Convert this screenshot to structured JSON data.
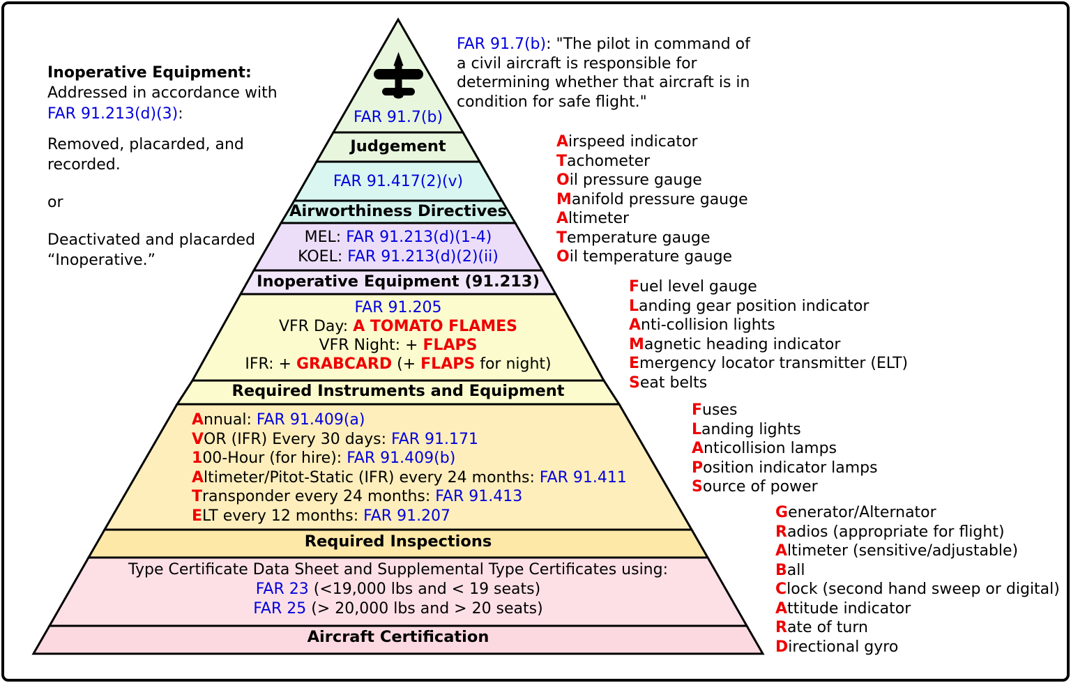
{
  "colors": {
    "text_blue": "#0000dd",
    "text_red": "#ee0000",
    "text_black": "#000000",
    "band_green": "#e7f6dd",
    "band_green_header": "#e7f6dd",
    "band_cyan": "#d9f6f0",
    "band_cyan_header": "#d2f3ec",
    "band_lavender": "#ecdef8",
    "band_lavender_header": "#f2e6fb",
    "band_yellow": "#fbfbce",
    "band_yellow_header": "#fbfbce",
    "band_wheat": "#feeebb",
    "band_wheat_header": "#fde8a8",
    "band_pink": "#fde0e6",
    "band_pink_header": "#fcd9e0"
  },
  "icons": {
    "airplane": "airplane-top-view"
  },
  "left_panel": {
    "title": "Inoperative Equipment:",
    "line1": "Addressed in accordance with",
    "far_ref": "FAR 91.213(d)(3)",
    "colon": ":",
    "option1_line1": "Removed, placarded, and",
    "option1_line2": "recorded.",
    "or": "or",
    "option2_line1": "Deactivated and placarded",
    "option2_line2": "“Inoperative.”"
  },
  "quote": {
    "far_ref": "FAR 91.7(b)",
    "text": ": \"The pilot in command of a civil aircraft is responsible for determining whether that aircraft is in condition for safe flight.\""
  },
  "pyramid": {
    "top": {
      "far_ref": "FAR 91.7(b)"
    },
    "judgement": {
      "label": "Judgement"
    },
    "ad": {
      "far_ref": "FAR 91.417(2)(v)",
      "label": "Airworthiness Directives"
    },
    "inop": {
      "mel_label": "MEL: ",
      "mel_ref": "FAR 91.213(d)(1-4)",
      "koel_label": "KOEL: ",
      "koel_ref": "FAR 91.213(d)(2)(ii)",
      "label": "Inoperative Equipment (91.213)"
    },
    "equip": {
      "far_ref": "FAR 91.205",
      "vfr_day_label": "VFR Day: ",
      "vfr_day_mnemonic": "A TOMATO FLAMES",
      "vfr_night_label": "VFR Night: + ",
      "vfr_night_mnemonic": "FLAPS",
      "ifr_label": "IFR: + ",
      "ifr_mnemonic": "GRABCARD",
      "ifr_mid": " (+ ",
      "ifr_mnemonic2": "FLAPS",
      "ifr_tail": " for night)",
      "label": "Required Instruments and Equipment"
    },
    "inspections": {
      "items": [
        {
          "initial": "A",
          "text": "nnual: ",
          "ref": "FAR 91.409(a)"
        },
        {
          "initial": "V",
          "text": "OR (IFR) Every 30 days: ",
          "ref": "FAR 91.171"
        },
        {
          "initial": "1",
          "text": "00-Hour (for hire): ",
          "ref": "FAR 91.409(b)"
        },
        {
          "initial": "A",
          "text": "ltimeter/Pitot-Static (IFR) every 24 months: ",
          "ref": "FAR 91.411"
        },
        {
          "initial": "T",
          "text": "ransponder every 24 months: ",
          "ref": "FAR 91.413"
        },
        {
          "initial": "E",
          "text": "LT every 12 months: ",
          "ref": "FAR 91.207"
        }
      ],
      "label": "Required Inspections"
    },
    "certification": {
      "line1": "Type Certificate Data Sheet and Supplemental Type Certificates using:",
      "far23_ref": "FAR  23",
      "far23_text": " (<19,000 lbs and < 19 seats)",
      "far25_ref": "FAR 25",
      "far25_text": " (> 20,000 lbs and > 20 seats)",
      "label": "Aircraft Certification"
    }
  },
  "mnemonics": {
    "atomato": {
      "items": [
        {
          "initial": "A",
          "rest": "irspeed indicator"
        },
        {
          "initial": "T",
          "rest": "achometer"
        },
        {
          "initial": "O",
          "rest": "il pressure gauge"
        },
        {
          "initial": "M",
          "rest": "anifold pressure gauge"
        },
        {
          "initial": "A",
          "rest": "ltimeter"
        },
        {
          "initial": "T",
          "rest": "emperature gauge"
        },
        {
          "initial": "O",
          "rest": "il temperature gauge"
        }
      ]
    },
    "flames": {
      "items": [
        {
          "initial": "F",
          "rest": "uel level gauge"
        },
        {
          "initial": "L",
          "rest": "anding gear position indicator"
        },
        {
          "initial": "A",
          "rest": "nti-collision lights"
        },
        {
          "initial": "M",
          "rest": "agnetic heading indicator"
        },
        {
          "initial": "E",
          "rest": "mergency locator transmitter (ELT)"
        },
        {
          "initial": "S",
          "rest": "eat belts"
        }
      ]
    },
    "flaps": {
      "items": [
        {
          "initial": "F",
          "rest": "uses"
        },
        {
          "initial": "L",
          "rest": "anding lights"
        },
        {
          "initial": "A",
          "rest": "nticollision lamps"
        },
        {
          "initial": "P",
          "rest": "osition indicator lamps"
        },
        {
          "initial": "S",
          "rest": "ource of power"
        }
      ]
    },
    "grabcard": {
      "items": [
        {
          "initial": "G",
          "rest": "enerator/Alternator"
        },
        {
          "initial": "R",
          "rest": "adios (appropriate for flight)"
        },
        {
          "initial": "A",
          "rest": "ltimeter (sensitive/adjustable)"
        },
        {
          "initial": "B",
          "rest": "all"
        },
        {
          "initial": "C",
          "rest": "lock (second hand sweep or digital)"
        },
        {
          "initial": "A",
          "rest": "ttitude indicator"
        },
        {
          "initial": "R",
          "rest": "ate of turn"
        },
        {
          "initial": "D",
          "rest": "irectional gyro"
        }
      ]
    }
  }
}
